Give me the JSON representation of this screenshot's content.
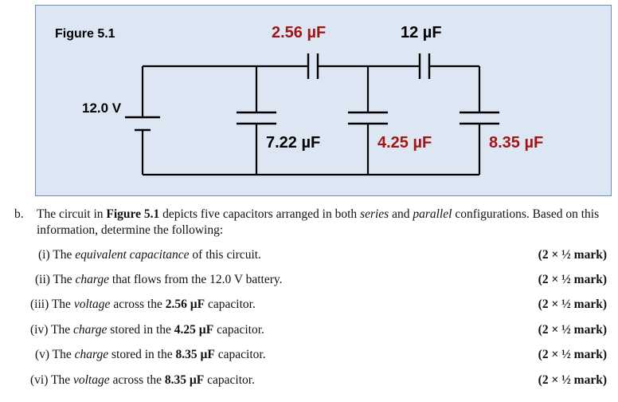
{
  "figure": {
    "label": "Figure 5.1",
    "battery_voltage": "12.0 V",
    "capacitors": {
      "series_top_1": "2.56 µF",
      "series_top_2": "12 µF",
      "parallel_1": "7.22 µF",
      "parallel_2": "4.25 µF",
      "parallel_3": "8.35 µF"
    },
    "colors": {
      "highlight": "#a31515",
      "normal": "#000000",
      "panel": "#dde7f3"
    }
  },
  "question": {
    "label": "b.",
    "intro": [
      {
        "t": "The circuit in "
      },
      {
        "t": "Figure 5.1",
        "b": true
      },
      {
        "t": " depicts five capacitors arranged in both "
      },
      {
        "t": "series",
        "i": true
      },
      {
        "t": " and "
      },
      {
        "t": "parallel",
        "i": true
      },
      {
        "t": " configurations. Based on this information, determine the following:"
      }
    ],
    "parts": [
      {
        "text": [
          {
            "t": "(i) The "
          },
          {
            "t": "equivalent capacitance",
            "i": true
          },
          {
            "t": " of this circuit."
          }
        ],
        "mark": "(2 × ½ mark)"
      },
      {
        "text": [
          {
            "t": "(ii) The "
          },
          {
            "t": "charge",
            "i": true
          },
          {
            "t": " that flows from the 12.0 V battery."
          }
        ],
        "mark": "(2 × ½ mark)"
      },
      {
        "text": [
          {
            "t": "(iii) The "
          },
          {
            "t": "voltage",
            "i": true
          },
          {
            "t": " across the "
          },
          {
            "t": "2.56 µF",
            "b": true
          },
          {
            "t": " capacitor."
          }
        ],
        "mark": "(2 × ½ mark)"
      },
      {
        "text": [
          {
            "t": "(iv) The "
          },
          {
            "t": "charge",
            "i": true
          },
          {
            "t": " stored in the "
          },
          {
            "t": "4.25 µF",
            "b": true
          },
          {
            "t": " capacitor."
          }
        ],
        "mark": "(2 × ½ mark)"
      },
      {
        "text": [
          {
            "t": "(v) The "
          },
          {
            "t": "charge",
            "i": true
          },
          {
            "t": " stored in the "
          },
          {
            "t": "8.35 µF",
            "b": true
          },
          {
            "t": " capacitor."
          }
        ],
        "mark": "(2 × ½ mark)"
      },
      {
        "text": [
          {
            "t": "(vi) The "
          },
          {
            "t": "voltage",
            "i": true
          },
          {
            "t": " across the "
          },
          {
            "t": "8.35 µF",
            "b": true
          },
          {
            "t": " capacitor."
          }
        ],
        "mark": "(2 × ½ mark)"
      }
    ]
  }
}
